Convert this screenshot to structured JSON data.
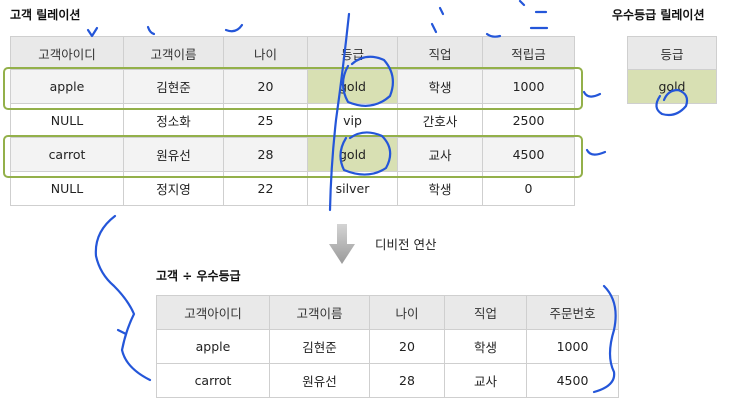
{
  "customer": {
    "title": "고객 릴레이션",
    "headers": [
      "고객아이디",
      "고객이름",
      "나이",
      "등급",
      "직업",
      "적립금"
    ],
    "rows": [
      [
        "apple",
        "김현준",
        "20",
        "gold",
        "학생",
        "1000"
      ],
      [
        "NULL",
        "정소화",
        "25",
        "vip",
        "간호사",
        "2500"
      ],
      [
        "carrot",
        "원유선",
        "28",
        "gold",
        "교사",
        "4500"
      ],
      [
        "NULL",
        "정지영",
        "22",
        "silver",
        "학생",
        "0"
      ]
    ]
  },
  "premium": {
    "title": "우수등급 릴레이션",
    "header": "등급",
    "value": "gold"
  },
  "operation_label": "디비전 연산",
  "result": {
    "title": "고객 ÷ 우수등급",
    "headers": [
      "고객아이디",
      "고객이름",
      "나이",
      "직업",
      "주문번호"
    ],
    "rows": [
      [
        "apple",
        "김현준",
        "20",
        "학생",
        "1000"
      ],
      [
        "carrot",
        "원유선",
        "28",
        "교사",
        "4500"
      ]
    ]
  },
  "colors": {
    "highlight_fill": "#d8e0b3",
    "group_border": "#93b04a",
    "header_fill": "#e9e9e9",
    "ink": "#2456d9"
  }
}
